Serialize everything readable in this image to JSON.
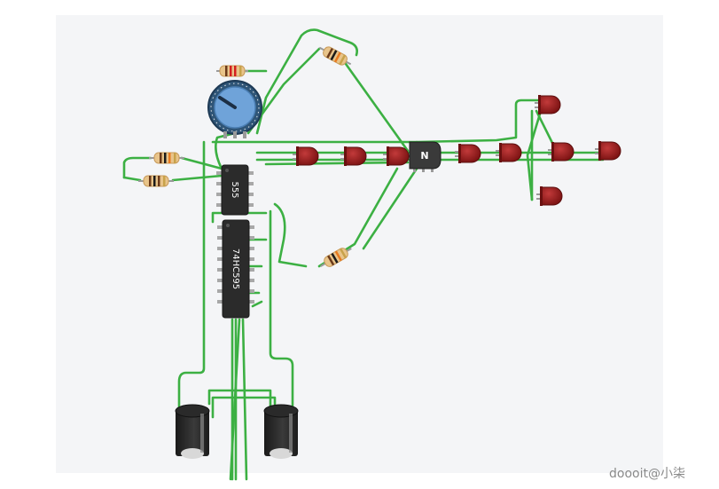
{
  "components": {
    "ic_555": {
      "label": "555"
    },
    "ic_74hc595": {
      "label": "74HC595"
    },
    "transistor": {
      "label": "N"
    }
  },
  "watermark": "doooit@小柒",
  "colors": {
    "wire": "#3cb043",
    "led": "#8b1a1a",
    "chip": "#2b2b2b",
    "pot_knob": "#6a9fd8",
    "pot_ring": "#2a4a6a",
    "resistor_body": "#e8c48a",
    "capacitor": "#2a2a2a",
    "canvas": "#f4f5f7"
  }
}
